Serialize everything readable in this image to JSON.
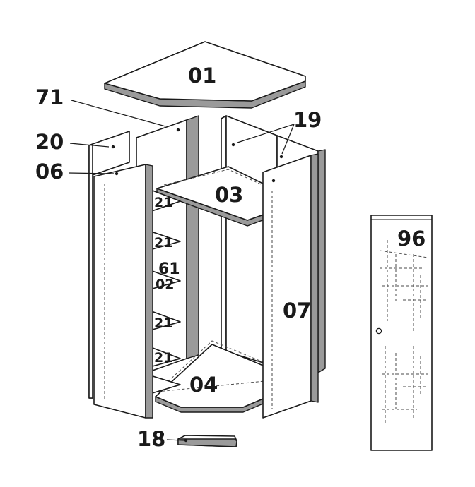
{
  "parts": {
    "p01": "01",
    "p71": "71",
    "p19": "19",
    "p20": "20",
    "p06": "06",
    "p03": "03",
    "p96": "96",
    "p07": "07",
    "p04": "04",
    "p18": "18",
    "p61": "61",
    "p02": "02",
    "p21": "21"
  }
}
